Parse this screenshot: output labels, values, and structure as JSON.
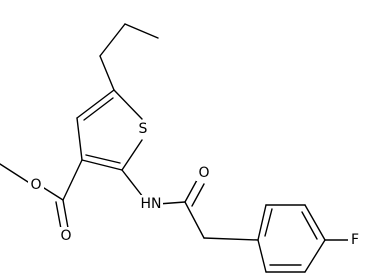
{
  "atoms": {
    "ester_methyl_o": "O",
    "ester_carbonyl_o": "O",
    "ring_sulfur": "S",
    "amide_nh": "HN",
    "amide_carbonyl_o": "O",
    "fluorine": "F"
  }
}
